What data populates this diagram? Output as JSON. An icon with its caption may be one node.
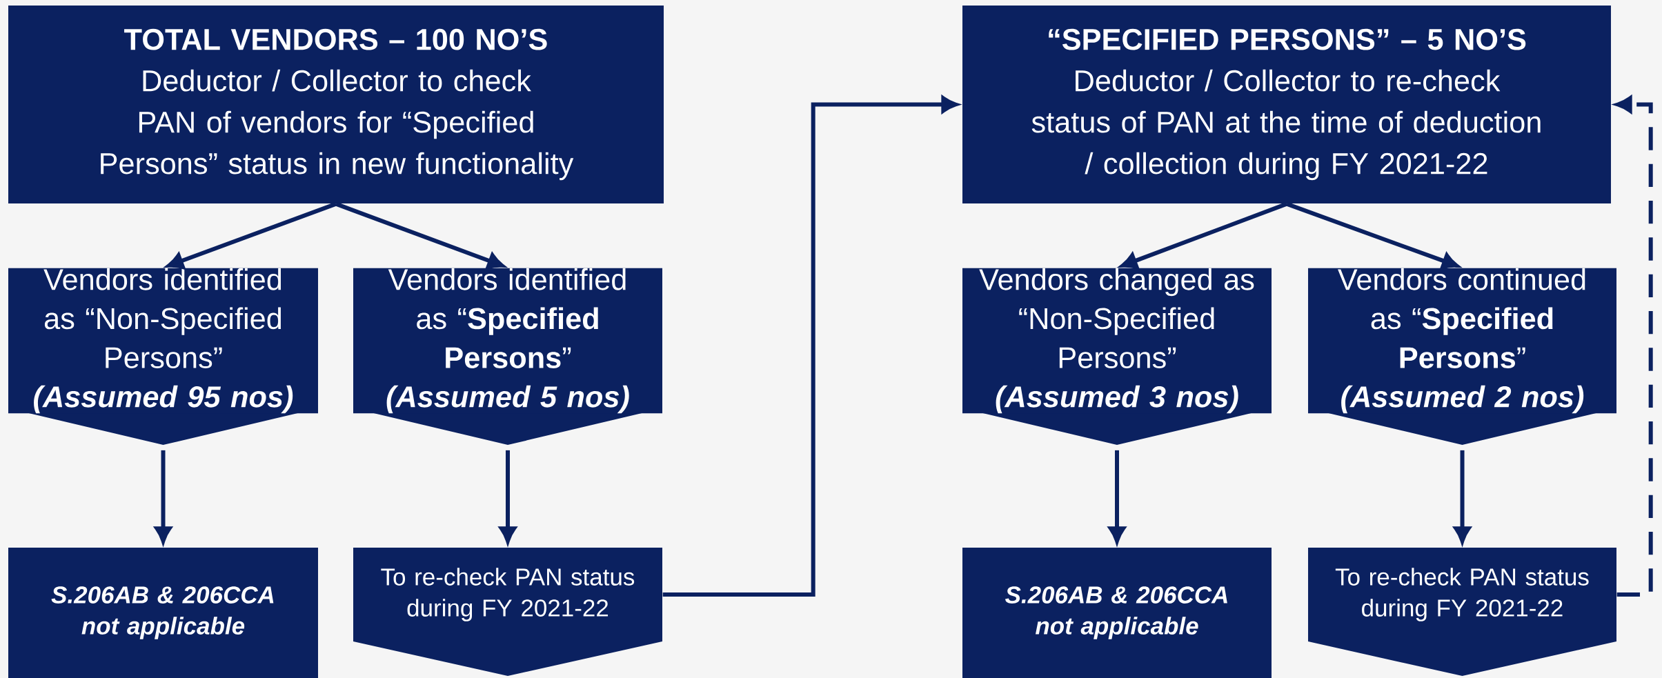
{
  "diagram": {
    "nodes": [
      {
        "text": [
          "TOTAL VENDORS – 100 NO’S",
          "Deductor / Collector to check PAN of vendors for “Specified Persons” status in new functionality"
        ]
      },
      {
        "text": [
          "Vendors identified as “Non-Specified Persons”",
          "(Assumed 95 nos)"
        ]
      },
      {
        "text": [
          "Vendors identified as “**Specified Persons**”",
          "(Assumed 5 nos)"
        ]
      },
      {
        "text": [
          "S.206AB & 206CCA not applicable"
        ]
      },
      {
        "text": [
          "To re-check PAN status during FY 2021-22"
        ]
      },
      {
        "text": [
          "“SPECIFIED PERSONS” – 5 NO’S",
          "Deductor / Collector to re-check status of PAN at the time of deduction / collection during FY 2021-22"
        ]
      },
      {
        "text": [
          "Vendors changed as “Non-Specified Persons”",
          "(Assumed 3 nos)"
        ]
      },
      {
        "text": [
          "Vendors continued as “**Specified Persons**”",
          "(Assumed 2 nos)"
        ]
      },
      {
        "text": [
          "S.206AB & 206CCA not applicable"
        ]
      },
      {
        "text": [
          "To re-check PAN status during FY 2021-22"
        ]
      }
    ],
    "edges": [
      {
        "from": 0,
        "to": 1,
        "arrow": "to"
      },
      {
        "from": 0,
        "to": 2,
        "arrow": "to"
      },
      {
        "from": 1,
        "to": 3,
        "arrow": "to"
      },
      {
        "from": 2,
        "to": 4,
        "arrow": "to"
      },
      {
        "from": 4,
        "to": 5,
        "arrow": "to"
      },
      {
        "from": 5,
        "to": 6,
        "arrow": "to"
      },
      {
        "from": 5,
        "to": 7,
        "arrow": "to"
      },
      {
        "from": 6,
        "to": 8,
        "arrow": "to"
      },
      {
        "from": 7,
        "to": 9,
        "arrow": "to"
      },
      {
        "from": 9,
        "to": 5,
        "arrow": "to",
        "style": "dashed"
      }
    ]
  }
}
